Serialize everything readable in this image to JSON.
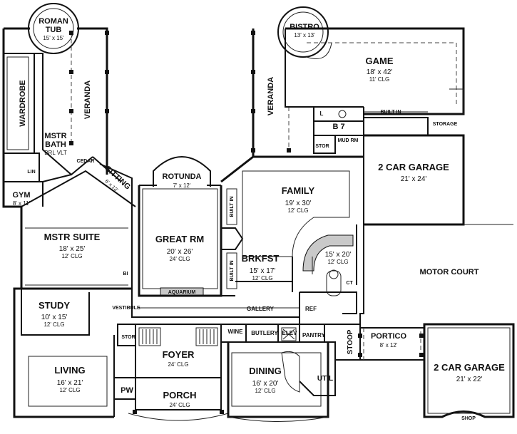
{
  "rooms": [
    {
      "id": "roman-tub",
      "name": "ROMAN TUB",
      "name_lines": [
        "ROMAN",
        "TUB"
      ],
      "dim": "15' x 15'",
      "clg": ""
    },
    {
      "id": "bistro",
      "name": "BISTRO",
      "dim": "13' x 13'",
      "clg": ""
    },
    {
      "id": "game",
      "name": "GAME",
      "dim": "18' x 42'",
      "clg": "11' CLG"
    },
    {
      "id": "wardrobe",
      "name": "WARDROBE",
      "dim": "",
      "clg": ""
    },
    {
      "id": "mstr-bath",
      "name": "MSTR BATH",
      "name_lines": [
        "MSTR",
        "BATH"
      ],
      "dim": "BRL VLT",
      "clg": ""
    },
    {
      "id": "gym",
      "name": "GYM",
      "dim": "8' x 11'",
      "clg": ""
    },
    {
      "id": "sitting",
      "name": "SITTING",
      "dim": "6' x 13'",
      "clg": ""
    },
    {
      "id": "rotunda",
      "name": "ROTUNDA",
      "dim": "7' x 12'",
      "clg": ""
    },
    {
      "id": "family",
      "name": "FAMILY",
      "dim": "19' x 30'",
      "clg": "12' CLG"
    },
    {
      "id": "garage-2car-north",
      "name": "2 CAR GARAGE",
      "dim": "21' x 24'",
      "clg": ""
    },
    {
      "id": "mstr-suite",
      "name": "MSTR SUITE",
      "dim": "18' x 25'",
      "clg": "12' CLG"
    },
    {
      "id": "great-rm",
      "name": "GREAT RM",
      "dim": "20' x 26'",
      "clg": "24' CLG"
    },
    {
      "id": "brkfst",
      "name": "BRKFST",
      "dim": "15' x 17'",
      "clg": "12' CLG"
    },
    {
      "id": "kitchen",
      "name": "",
      "dim": "15' x 20'",
      "clg": "12' CLG"
    },
    {
      "id": "study",
      "name": "STUDY",
      "dim": "10' x 15'",
      "clg": "12' CLG"
    },
    {
      "id": "foyer",
      "name": "FOYER",
      "dim": "24' CLG",
      "clg": ""
    },
    {
      "id": "dining",
      "name": "DINING",
      "dim": "16' x 20'",
      "clg": "12' CLG"
    },
    {
      "id": "living",
      "name": "LIVING",
      "dim": "16' x 21'",
      "clg": "12' CLG"
    },
    {
      "id": "porch",
      "name": "PORCH",
      "dim": "24' CLG",
      "clg": ""
    },
    {
      "id": "portico",
      "name": "PORTICO",
      "dim": "8' x 12'",
      "clg": ""
    },
    {
      "id": "garage-2car-south",
      "name": "2 CAR GARAGE",
      "dim": "21' x 22'",
      "clg": ""
    }
  ],
  "labels": {
    "veranda_west": "VERANDA",
    "veranda_east": "VERANDA",
    "built_in_game": "BUILT IN",
    "storage": "STORAGE",
    "b7": "B 7",
    "l": "L",
    "mud_rm": "MUD RM",
    "stor_mud": "STOR",
    "cedar": "CEDAR",
    "lin": "LIN",
    "built_in_1": "BUILT IN",
    "built_in_2": "BUILT IN",
    "motor_court": "MOTOR COURT",
    "aquarium": "AQUARIUM",
    "vestibule": "VESTIBULE",
    "gallery": "GALLERY",
    "ref": "REF",
    "bi": "BI",
    "ct": "CT",
    "wine": "WINE",
    "butlery": "BUTLERY",
    "elev": "ELEV",
    "pantry": "PANTRY",
    "stoop": "STOOP",
    "stor_foyer": "STOR",
    "pw": "PW",
    "util": "UTIL",
    "shop": "SHOP"
  }
}
